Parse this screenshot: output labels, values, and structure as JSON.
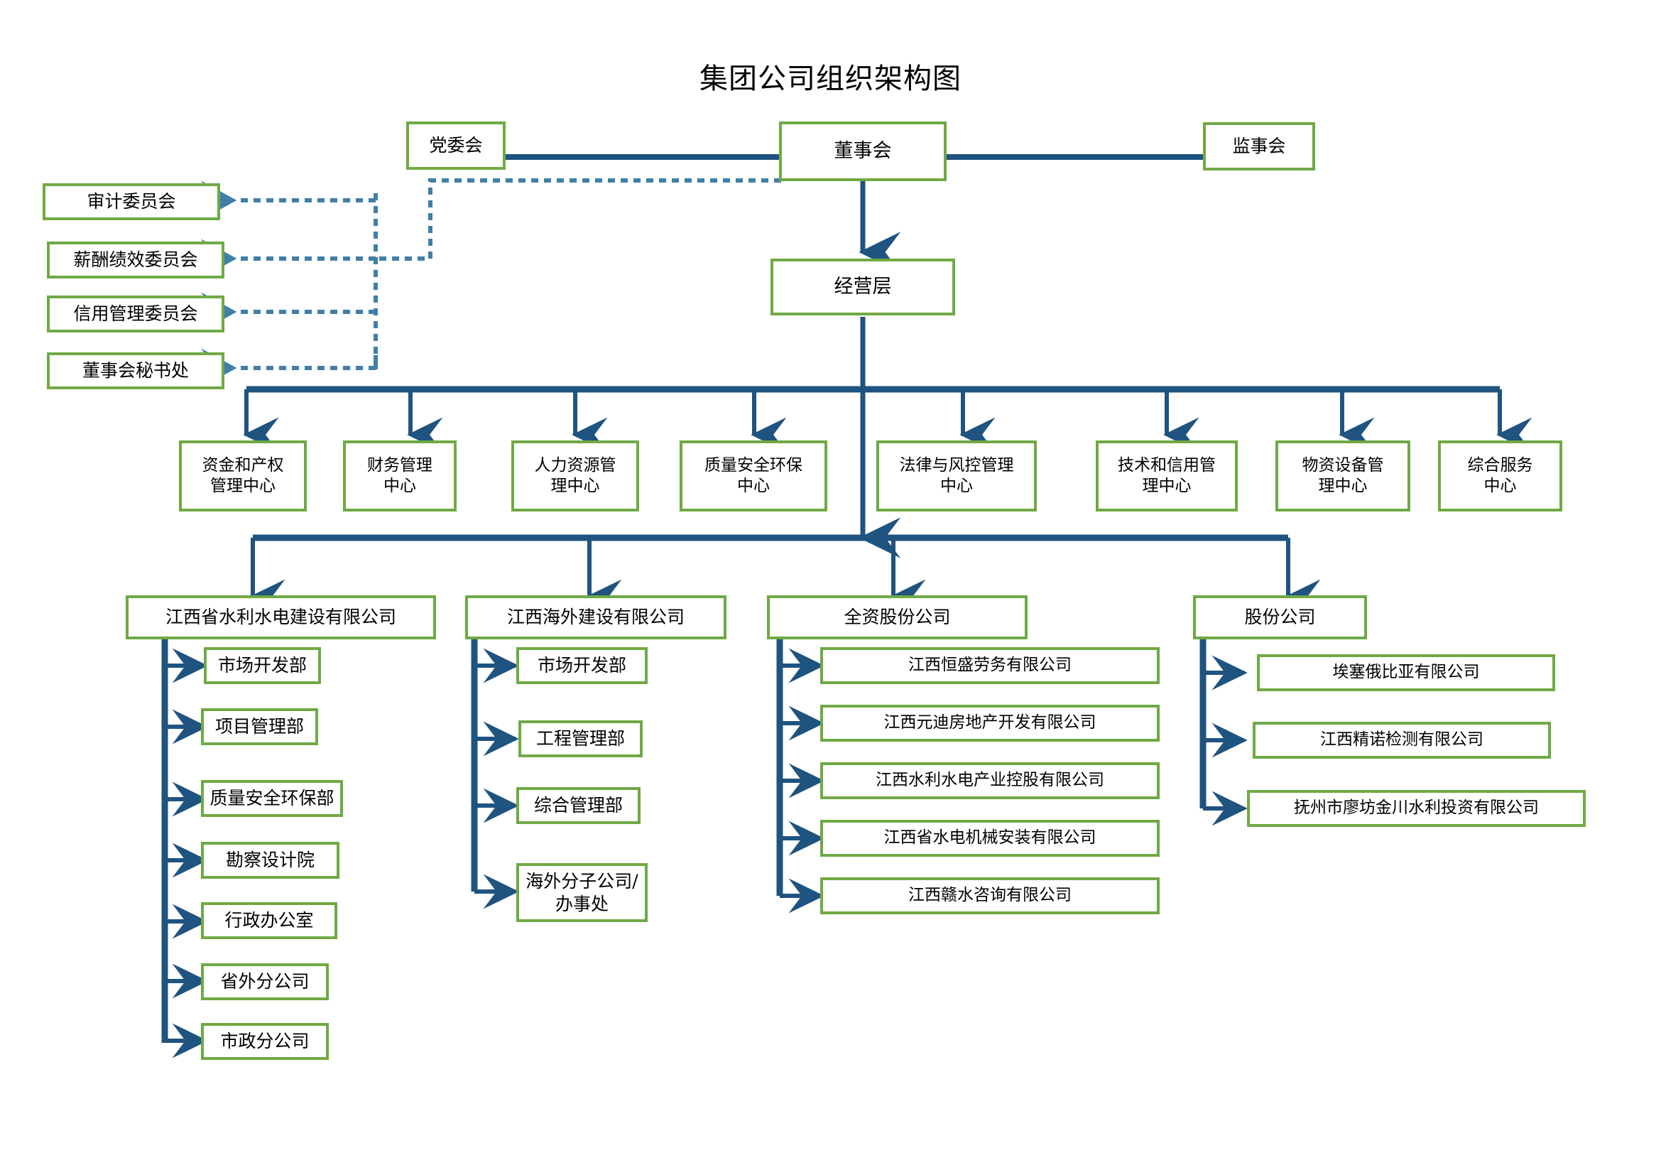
{
  "chart_data": {
    "type": "diagram",
    "title": "集团公司组织架构图",
    "subtype": "organization-chart",
    "colors": {
      "box_border": "#6FA944",
      "connector": "#1F5380",
      "dotted_connector": "#3F7FA8",
      "text": "#000000",
      "background": "#FFFFFF"
    },
    "levels": [
      "董事会 / 党委会 / 监事会",
      "经营层",
      "管理中心",
      "子公司",
      "部门"
    ],
    "nodes": 40,
    "legend": []
  },
  "title": "集团公司组织架构图",
  "governance": {
    "party_committee": "党委会",
    "board": "董事会",
    "supervisory_board": "监事会",
    "management_layer": "经营层"
  },
  "committees": [
    {
      "label": "审计委员会"
    },
    {
      "label": "薪酬绩效委员会"
    },
    {
      "label": "信用管理委员会"
    },
    {
      "label": "董事会秘书处"
    }
  ],
  "centers": [
    {
      "label": "资金和产权\n管理中心"
    },
    {
      "label": "财务管理\n中心"
    },
    {
      "label": "人力资源管\n理中心"
    },
    {
      "label": "质量安全环保\n中心"
    },
    {
      "label": "法律与风控管理\n中心"
    },
    {
      "label": "技术和信用管\n理中心"
    },
    {
      "label": "物资设备管\n理中心"
    },
    {
      "label": "综合服务\n中心"
    }
  ],
  "subsidiaries": [
    {
      "label": "江西省水利水电建设有限公司",
      "children": [
        {
          "label": "市场开发部"
        },
        {
          "label": "项目管理部"
        },
        {
          "label": "质量安全环保部"
        },
        {
          "label": "勘察设计院"
        },
        {
          "label": "行政办公室"
        },
        {
          "label": "省外分公司"
        },
        {
          "label": "市政分公司"
        }
      ]
    },
    {
      "label": "江西海外建设有限公司",
      "children": [
        {
          "label": "市场开发部"
        },
        {
          "label": "工程管理部"
        },
        {
          "label": "综合管理部"
        },
        {
          "label": "海外分子公司/\n办事处"
        }
      ]
    },
    {
      "label": "全资股份公司",
      "children": [
        {
          "label": "江西恒盛劳务有限公司"
        },
        {
          "label": "江西元迪房地产开发有限公司"
        },
        {
          "label": "江西水利水电产业控股有限公司"
        },
        {
          "label": "江西省水电机械安装有限公司"
        },
        {
          "label": "江西赣水咨询有限公司"
        }
      ]
    },
    {
      "label": "股份公司",
      "children": [
        {
          "label": "埃塞俄比亚有限公司"
        },
        {
          "label": "江西精诺检测有限公司"
        },
        {
          "label": "抚州市廖坊金川水利投资有限公司"
        }
      ]
    }
  ]
}
